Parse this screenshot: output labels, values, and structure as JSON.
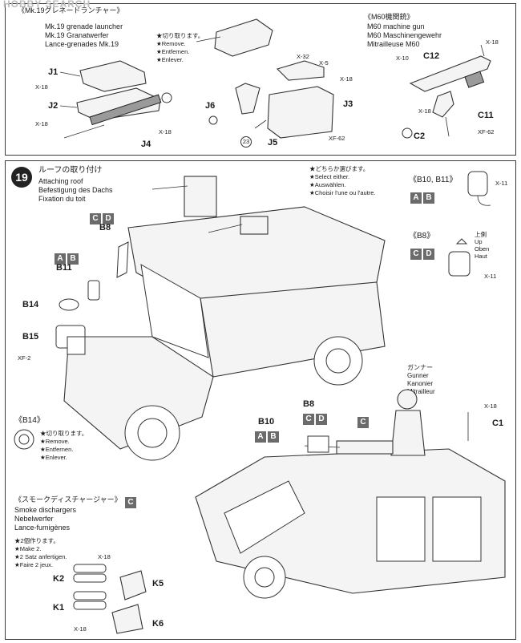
{
  "watermark": "HOBBY SEARCH",
  "top_section": {
    "left_title_jp": "《Mk.19グレネードランチャー》",
    "left_title_en": "Mk.19 grenade launcher",
    "left_title_de": "Mk.19 Granatwerfer",
    "left_title_fr": "Lance-grenades Mk.19",
    "remove_note": [
      "★切り取ります。",
      "★Remove.",
      "★Entfernen.",
      "★Enlever."
    ],
    "parts_left": [
      "J1",
      "J2",
      "J4",
      "X-18",
      "X-18",
      "X-18"
    ],
    "center_parts": [
      "J6",
      "J3",
      "J5",
      "X-32",
      "X-5",
      "X-18",
      "XF-62",
      "23"
    ],
    "right_title_jp": "《M60機関銃》",
    "right_title_en": "M60 machine gun",
    "right_title_de": "M60 Maschinengewehr",
    "right_title_fr": "Mitrailleuse M60",
    "right_parts": [
      "X-18",
      "X-10",
      "C12",
      "X-18",
      "C11",
      "C2",
      "XF-62"
    ]
  },
  "step19": {
    "number": "19",
    "title_jp": "ルーフの取り付け",
    "title_en": "Attaching roof",
    "title_de": "Befestigung des Dachs",
    "title_fr": "Fixation du toit",
    "select_note": [
      "★どちらか選びます。",
      "★Select either.",
      "★Auswählen.",
      "★Choisir l'une ou l'autre."
    ],
    "mirror_title": "《B10, B11》",
    "mirror_x": "X-11",
    "b8_title": "《B8》",
    "up_labels": [
      "上側",
      "Up",
      "Oben",
      "Haut"
    ],
    "b8_x": "X-11",
    "b14_title": "《B14》",
    "b14_note": [
      "★切り取ります。",
      "★Remove.",
      "★Entfernen.",
      "★Enlever."
    ],
    "labels": {
      "b8": "B8",
      "b11": "B11",
      "b14": "B14",
      "b15": "B15",
      "xf2": "XF-2",
      "b10": "B10",
      "b8b": "B8",
      "c1": "C1",
      "x18": "X-18"
    },
    "boxes": {
      "cd1": [
        "C",
        "D"
      ],
      "ab1": [
        "A",
        "B"
      ],
      "ab_mirror": [
        "A",
        "B"
      ],
      "cd_b8": [
        "C",
        "D"
      ],
      "cd_bottom": [
        "C",
        "D"
      ],
      "ab_bottom": [
        "A",
        "B"
      ],
      "c_smoke": [
        "C"
      ],
      "c_title": [
        "C"
      ]
    },
    "gunner": [
      "ガンナー",
      "Gunner",
      "Kanonier",
      "Mitrailleur"
    ],
    "smoke_title_jp": "《スモークディスチャージャー》",
    "smoke_title_en": "Smoke dischargers",
    "smoke_title_de": "Nebelwerfer",
    "smoke_title_fr": "Lance-fumigènes",
    "make2": [
      "★2個作ります。",
      "★Make 2.",
      "★2 Satz anfertigen.",
      "★Faire 2 jeux."
    ],
    "smoke_parts": [
      "K2",
      "K5",
      "K1",
      "K6",
      "X-18",
      "X-18"
    ]
  }
}
